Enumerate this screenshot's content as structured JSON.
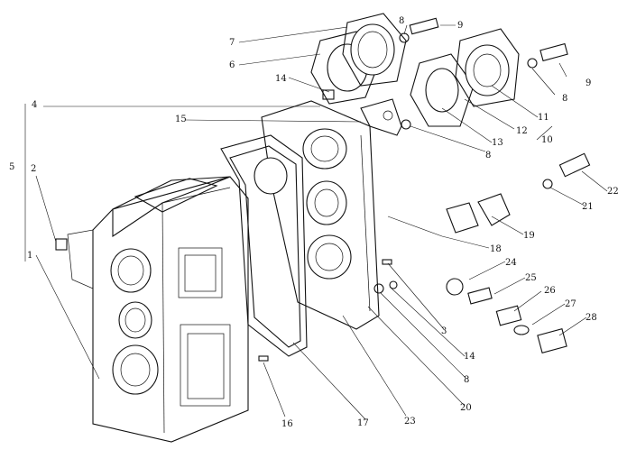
{
  "diagram": {
    "callouts": {
      "c1": "1",
      "c2": "2",
      "c3": "3",
      "c4": "4",
      "c5": "5",
      "c6": "6",
      "c7": "7",
      "c8a": "8",
      "c8b": "8",
      "c8c": "8",
      "c8d": "8",
      "c9a": "9",
      "c9b": "9",
      "c10": "10",
      "c11": "11",
      "c12": "12",
      "c13": "13",
      "c14a": "14",
      "c14b": "14",
      "c15": "15",
      "c16": "16",
      "c17": "17",
      "c18": "18",
      "c19": "19",
      "c20": "20",
      "c21": "21",
      "c22": "22",
      "c23": "23",
      "c24": "24",
      "c25": "25",
      "c26": "26",
      "c27": "27",
      "c28": "28"
    }
  }
}
